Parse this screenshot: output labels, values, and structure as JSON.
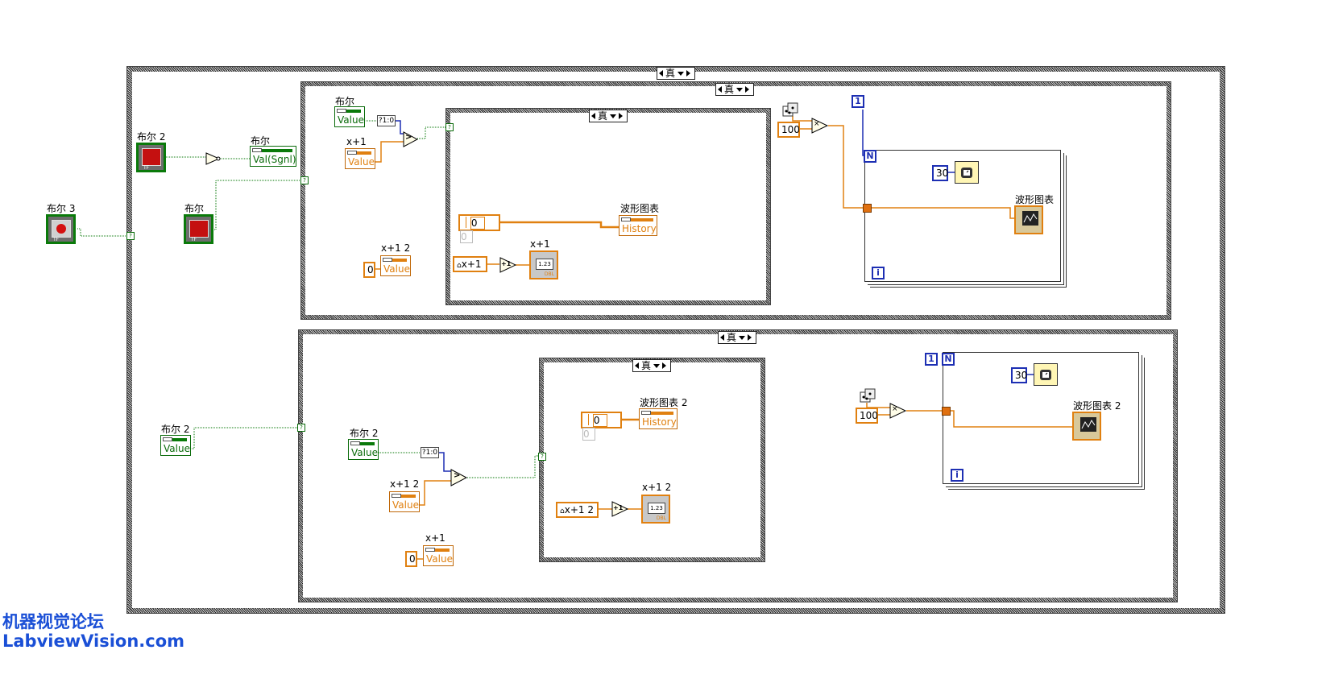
{
  "case_selectors": {
    "outer": "真",
    "top_case": "真",
    "top_inner_case": "真",
    "bottom_case": "真",
    "bottom_inner_case": "真"
  },
  "left": {
    "bool3_label": "布尔 3",
    "bool2_label": "布尔 2",
    "bool_label": "布尔",
    "bool_signal_label": "布尔",
    "bool_signal_value": "Val(Sgnl)",
    "bool2_local_label": "布尔 2",
    "bool2_local_value": "Value"
  },
  "top": {
    "bool_local_label": "布尔",
    "bool_local_value": "Value",
    "x1_local_label": "x+1",
    "x1_local_value": "Value",
    "x12_local_label": "x+1 2",
    "x12_local_value": "Value",
    "x12_const": "0",
    "bool_to_int": "?1:0",
    "greater_op": ">",
    "history_label": "波形图表",
    "history_value": "History",
    "history_const": "0",
    "history_const2": "0",
    "shift_local": "x+1",
    "increment": "+1",
    "x1_indicator_label": "x+1",
    "x1_indicator_value": "1.23",
    "dbl": "DBL",
    "mult_const": "100",
    "multiply": "×",
    "loop_count": "1",
    "loop_n": "N",
    "loop_i": "i",
    "wait_ms": "30",
    "chart_label": "波形图表"
  },
  "bottom": {
    "bool_local_label": "布尔 2",
    "bool_local_value": "Value",
    "x12_local_label": "x+1 2",
    "x12_local_value": "Value",
    "x1_local_label": "x+1",
    "x1_local_value": "Value",
    "x1_const": "0",
    "bool_to_int": "?1:0",
    "greater_op": ">",
    "history_label": "波形图表 2",
    "history_value": "History",
    "history_const": "0",
    "history_const2": "0",
    "shift_local": "x+1 2",
    "increment": "+1",
    "indicator_label": "x+1 2",
    "indicator_value": "1.23",
    "dbl": "DBL",
    "mult_const": "100",
    "multiply": "×",
    "loop_count": "1",
    "loop_n": "N",
    "loop_i": "i",
    "wait_ms": "30",
    "chart_label": "波形图表 2"
  },
  "watermark": {
    "line1": "机器视觉论坛",
    "line2": "LabviewVision.com"
  },
  "colors": {
    "boolean_wire": "#0a7a0a",
    "numeric_wire": "#e08010",
    "integer_wire": "#1d2fb3",
    "watermark": "#1a4fd6"
  }
}
